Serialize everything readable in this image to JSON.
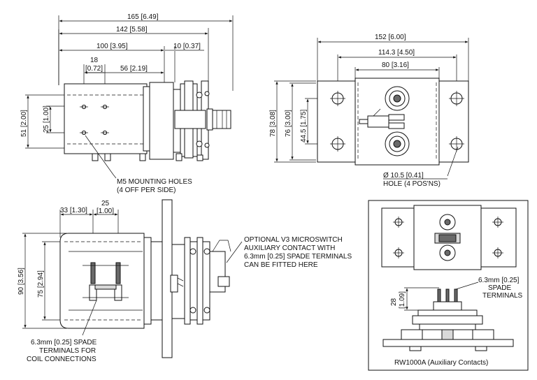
{
  "dimensions": {
    "overall_length": "165 [6.49]",
    "flange_length": "142 [5.58]",
    "body_length": "100 [3.95]",
    "terminal_projection": "10 [0.37]",
    "hole_offset_x_a": "18",
    "hole_offset_x_b": "[0.72]",
    "hole_offset_x2": "56 [2.19]",
    "height_51": "51 [2.00]",
    "hole_pitch_25": "25 [1.00]",
    "base_width": "152 [6.00]",
    "hole_centers": "114.3 [4.50]",
    "plate_width": "80 [3.16]",
    "height_78": "78 [3.08]",
    "height_76": "76 [3.00]",
    "hole_pitch_44": "44.5 [1.75]",
    "spade_pitch_33": "33 [1.30]",
    "spade_pitch_25a": "25",
    "spade_pitch_25b": "[1.00]",
    "height_90": "90 [3.56]",
    "height_75": "75 [2.94]",
    "aux_height_a": "28",
    "aux_height_b": "[1.09]"
  },
  "notes": {
    "mounting_holes_line1": "M5 MOUNTING HOLES",
    "mounting_holes_line2": "(4 OFF PER SIDE)",
    "hole_line1": "Ø 10.5 [0.41]",
    "hole_line2": "HOLE (4 POS'NS)",
    "optional_line1": "OPTIONAL V3 MICROSWITCH",
    "optional_line2": "AUXILIARY CONTACT WITH",
    "optional_line3": "6.3mm [0.25] SPADE TERMINALS",
    "optional_line4": "CAN BE FITTED HERE",
    "coil_line1": "6.3mm [0.25] SPADE",
    "coil_line2": "TERMINALS FOR",
    "coil_line3": "COIL CONNECTIONS",
    "aux_spade_line1": "6.3mm [0.25]",
    "aux_spade_line2": "SPADE",
    "aux_spade_line3": "TERMINALS",
    "inset_caption": "RW1000A (Auxiliary Contacts)"
  }
}
